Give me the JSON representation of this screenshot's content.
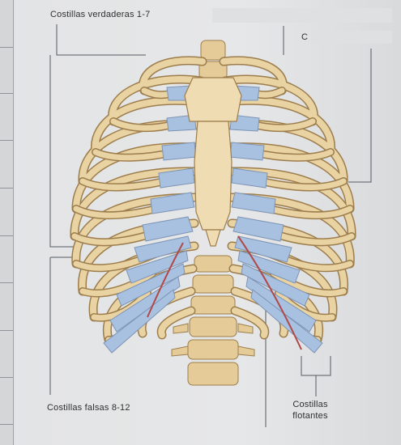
{
  "labels": {
    "true_ribs": "Costillas verdaderas 1-7",
    "false_ribs": "Costillas falsas 8-12",
    "floating_ribs_line1": "Costillas",
    "floating_ribs_line2": "flotantes",
    "top_right_fragment": "C"
  },
  "colors": {
    "bone": "#e9d3a3",
    "bone_edge": "#9d7d4c",
    "cartilage": "#a9c1e0",
    "cartilage_edge": "#7d94b5",
    "leader_line": "#555a60",
    "muscle": "#b04a48"
  }
}
